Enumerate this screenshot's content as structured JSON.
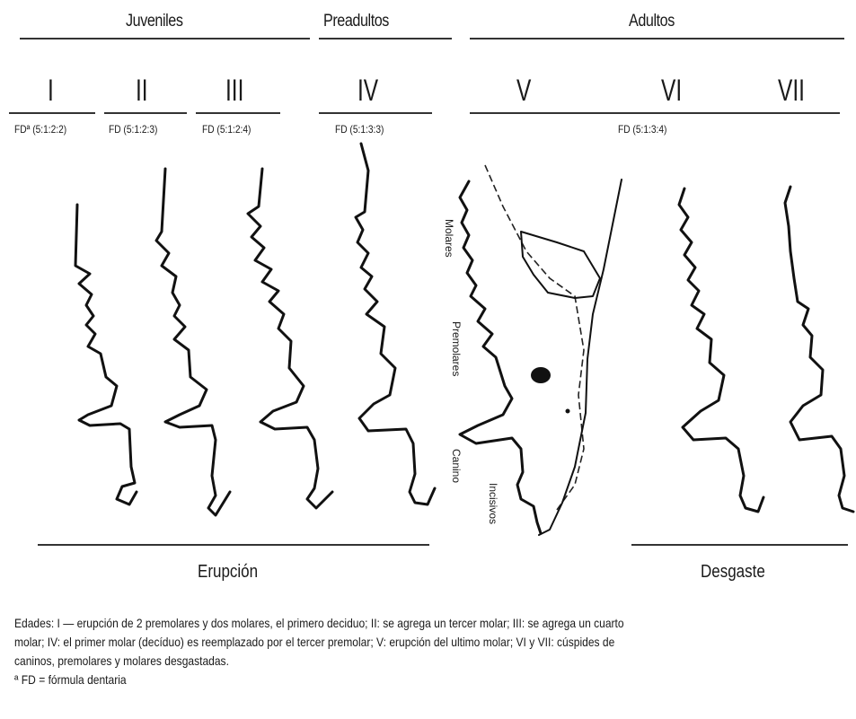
{
  "groups": {
    "juveniles": "Juveniles",
    "preadultos": "Preadultos",
    "adultos": "Adultos"
  },
  "stages": {
    "i": "I",
    "ii": "II",
    "iii": "III",
    "iv": "IV",
    "v": "V",
    "vi": "VI",
    "vii": "VII"
  },
  "formulas": {
    "i": "FDª (5:1:2:2)",
    "ii": "FD (5:1:2:3)",
    "iii": "FD (5:1:2:4)",
    "iv": "FD (5:1:3:3)",
    "adult": "FD (5:1:3:4)"
  },
  "tooth_labels": {
    "molares": "Molares",
    "premolares": "Premolares",
    "canino": "Canino",
    "incisivos": "Incisivos"
  },
  "phases": {
    "erupcion": "Erupción",
    "desgaste": "Desgaste"
  },
  "caption": {
    "line1": "Edades: I — erupción de 2 premolares y dos molares, el primero deciduo; II: se agrega un tercer molar; III: se agrega un cuarto",
    "line2": "molar; IV: el primer molar (decíduo) es reemplazado por el tercer premolar; V: erupción del ultimo molar; VI y VII: cúspides de",
    "line3": "caninos, premolares y molares desgastadas.",
    "footnote": "ª FD = fórmula dentaria"
  }
}
